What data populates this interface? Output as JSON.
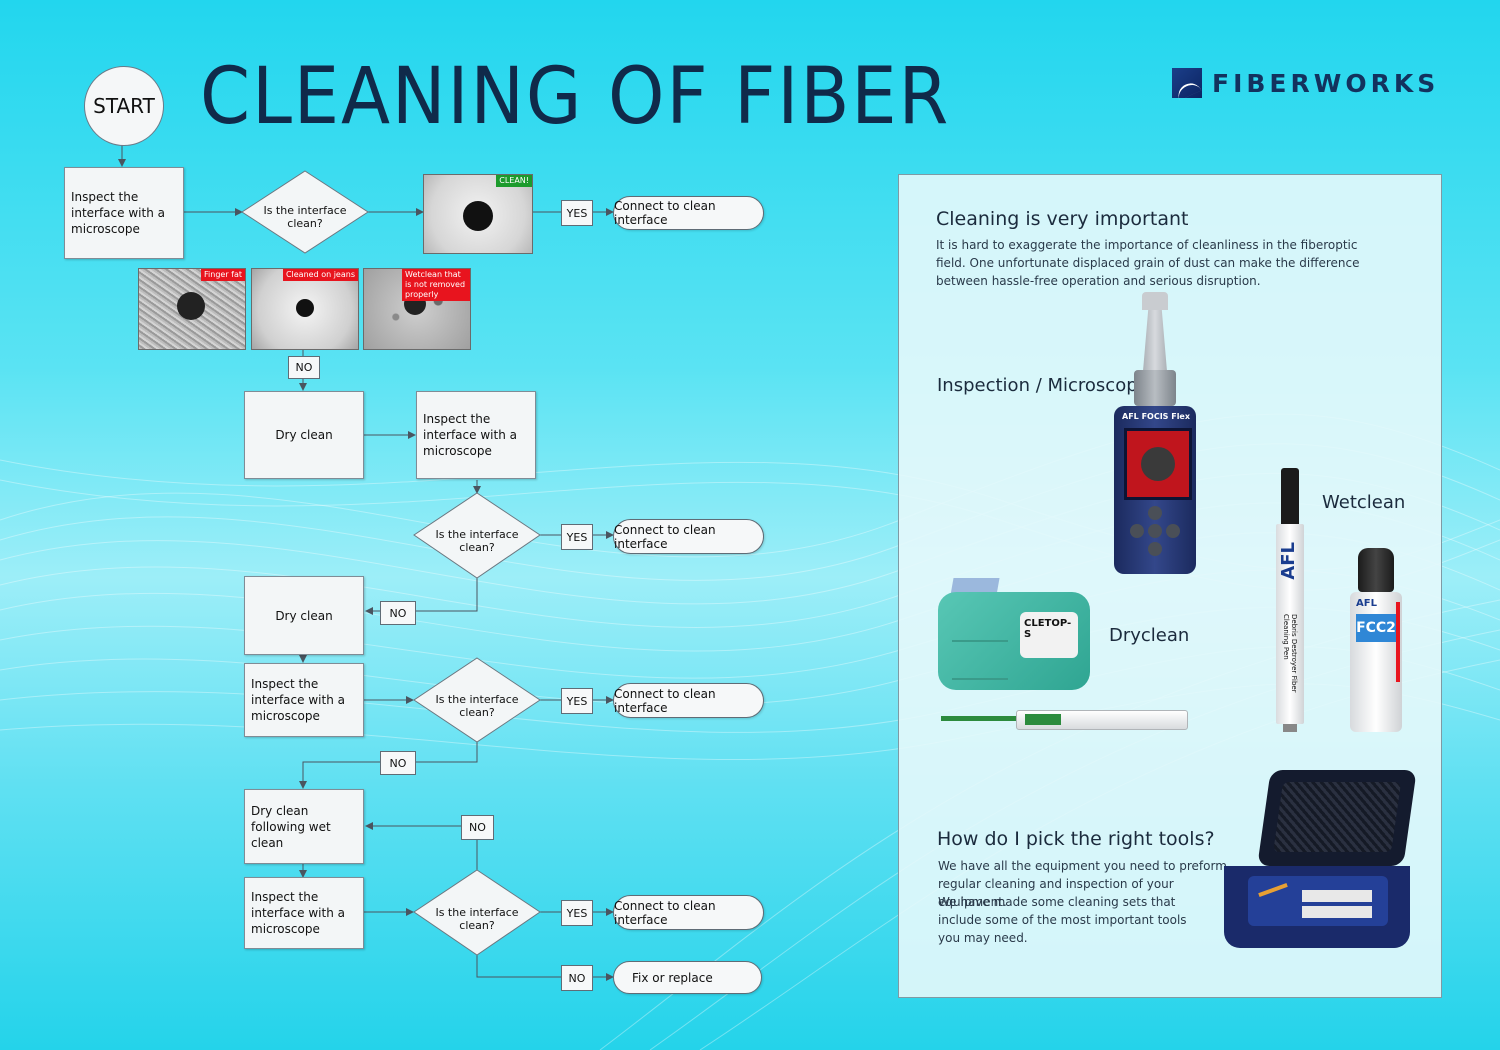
{
  "title": "CLEANING OF FIBER",
  "start_label": "START",
  "brand": "FIBERWORKS",
  "flow": {
    "step1_inspect": "Inspect the interface with a microscope",
    "question": "Is the interface clean?",
    "yes": "YES",
    "no": "NO",
    "connect": "Connect to clean interface",
    "dry_clean": "Dry clean",
    "dry_clean_wet": "Dry clean following wet clean",
    "fix": "Fix or replace",
    "img_clean": "CLEAN!",
    "img_finger": "Finger fat",
    "img_jeans": "Cleaned on jeans",
    "img_wet": "Wetclean that is not removed properly"
  },
  "panel": {
    "heading1": "Cleaning is very important",
    "text1": "It is hard to exaggerate the importance of cleanliness in the fiberoptic field. One unfortunate displaced grain of dust can make the difference between hassle-free operation and serious disruption.",
    "inspection_label": "Inspection / Microscope",
    "wetclean_label": "Wetclean",
    "dryclean_label": "Dryclean",
    "heading2": "How do I pick the right tools?",
    "text2a": "We have all the equipment you need to preform regular cleaning and inspection of your equipment.",
    "text2b": "We have made some cleaning sets that include some of the most important tools you may need.",
    "microscope_brand": "AFL",
    "microscope_model": "FOCIS Flex",
    "cletop": "CLETOP-S",
    "pen_brand": "AFL",
    "pen_text": "Debris Destroyer Fiber Cleaning Pen",
    "can_brand": "AFL",
    "can_model": "FCC2"
  },
  "colors": {
    "navy": "#102a4a",
    "red_tag": "#e8141e",
    "green_tag": "#1c9b2c"
  }
}
